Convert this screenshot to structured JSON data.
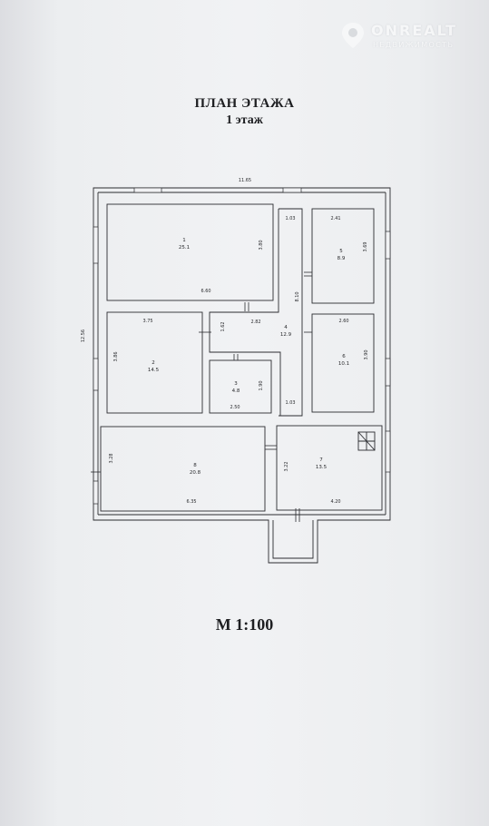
{
  "watermark": {
    "brand": "ONREALT",
    "tagline": "НЕДВИЖИМОСТЬ"
  },
  "title": "ПЛАН ЭТАЖА",
  "subtitle": "1 этаж",
  "scale": "М 1:100",
  "overall": {
    "width": "11.65",
    "height": "12.56"
  },
  "rooms": [
    {
      "id": "room-1",
      "number": "1",
      "area": "25.1"
    },
    {
      "id": "room-2",
      "number": "2",
      "area": "14.5"
    },
    {
      "id": "room-3",
      "number": "3",
      "area": "4.8"
    },
    {
      "id": "room-4",
      "number": "4",
      "area": "12.9"
    },
    {
      "id": "room-5",
      "number": "5",
      "area": "8.9"
    },
    {
      "id": "room-6",
      "number": "6",
      "area": "10.1"
    },
    {
      "id": "room-7",
      "number": "7",
      "area": "13.5"
    },
    {
      "id": "room-8",
      "number": "8",
      "area": "20.8"
    }
  ],
  "dimensions": {
    "r1_width": "6.60",
    "r1_height": "3.80",
    "corr_top": "1.03",
    "corr_len": "8.10",
    "corr_bottom": "1.03",
    "r5_width": "2.41",
    "r5_height": "3.69",
    "r2_width": "3.75",
    "r2_height": "3.86",
    "hall_a": "1.62",
    "hall_b": "2.82",
    "r6_width": "2.60",
    "r6_height": "3.90",
    "r3_width": "2.50",
    "r3_height": "1.90",
    "r8_width": "6.35",
    "r8_height": "3.28",
    "r7_width": "4.20",
    "r7_height": "3.22"
  }
}
